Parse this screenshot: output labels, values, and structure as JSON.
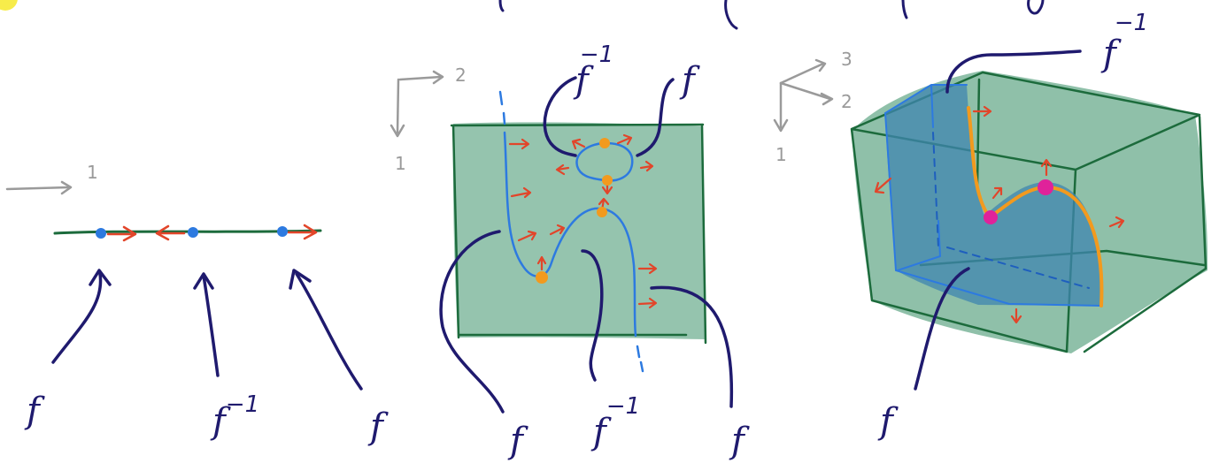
{
  "colors": {
    "ink": "#1f1a6e",
    "green_fill": "#7bb59a",
    "green_edge": "#1c6b3c",
    "curve_blue": "#2d7ae0",
    "arrow_red": "#e2452a",
    "point_orange": "#f29a1e",
    "point_magenta": "#e0229a",
    "surface_blue": "#3f86b0",
    "axis_gray": "#9a9a9a",
    "highlight_yellow": "#f7ec4a"
  },
  "panels": [
    {
      "axes": [
        "1"
      ],
      "labels": [
        {
          "base": "f",
          "sup": ""
        },
        {
          "base": "f",
          "sup": "−1"
        },
        {
          "base": "f",
          "sup": ""
        }
      ]
    },
    {
      "axes": [
        "1",
        "2"
      ],
      "labels": [
        {
          "base": "f",
          "sup": "−1"
        },
        {
          "base": "f",
          "sup": ""
        },
        {
          "base": "f",
          "sup": ""
        },
        {
          "base": "f",
          "sup": "−1"
        },
        {
          "base": "f",
          "sup": ""
        }
      ]
    },
    {
      "axes": [
        "1",
        "2",
        "3"
      ],
      "labels": [
        {
          "base": "f",
          "sup": "−1"
        },
        {
          "base": "f",
          "sup": ""
        }
      ]
    }
  ]
}
